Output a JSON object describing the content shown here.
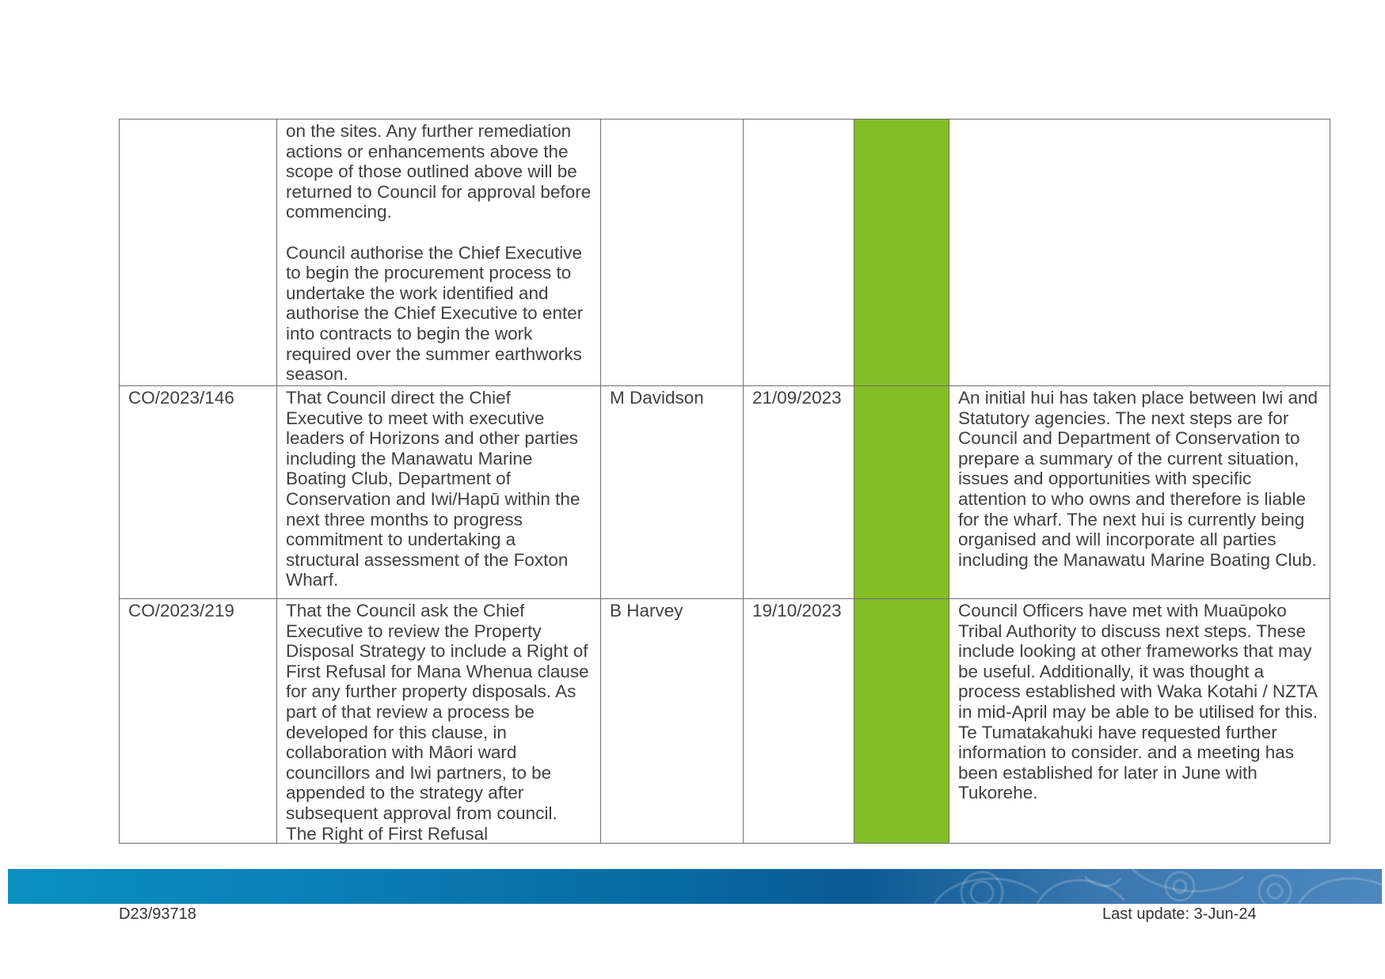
{
  "colors": {
    "status_green": "#84bd26",
    "border": "#6e6e6e",
    "band_start": "#0a90c0",
    "band_end": "#4a88be"
  },
  "rows": [
    {
      "ref": "",
      "resolution": [
        "on the sites. Any further remediation actions or enhancements above the scope of those outlined above will be returned to Council for approval before commencing.",
        "Council authorise the Chief Executive to begin the procurement process to undertake the work identified and authorise the Chief Executive to enter into contracts to begin the work required over the summer earthworks season."
      ],
      "officer": "",
      "date": "",
      "status_color": "#84bd26",
      "comments": []
    },
    {
      "ref": "CO/2023/146",
      "resolution": [
        "That Council direct the Chief Executive to meet with executive leaders of Horizons and other parties including the Manawatu Marine Boating Club, Department of Conservation and Iwi/Hapū within the next three months to progress commitment to undertaking a structural assessment of the Foxton Wharf."
      ],
      "officer": "M Davidson",
      "date": "21/09/2023",
      "status_color": "#84bd26",
      "comments": [
        "An initial hui has taken place between Iwi and Statutory agencies. The next steps are for Council and Department of Conservation to prepare a summary of the current situation, issues and opportunities with specific attention to who owns and therefore is liable for the wharf. The next hui is currently being organised and will incorporate all parties including the Manawatu Marine Boating Club."
      ]
    },
    {
      "ref": "CO/2023/219",
      "resolution": [
        "That the Council ask the Chief Executive to review the Property Disposal Strategy to include a Right of First Refusal for Mana Whenua clause for any further property disposals.  As part of that review a process be developed for this clause, in collaboration with Māori ward councillors and Iwi partners, to be appended to the strategy after subsequent approval from council.  The Right of First Refusal"
      ],
      "officer": "B Harvey",
      "date": "19/10/2023",
      "status_color": "#84bd26",
      "comments": [
        "Council Officers have met with Muaūpoko Tribal Authority to discuss next steps. These include looking at other frameworks that may be useful. Additionally, it was thought a process established with Waka Kotahi / NZTA in mid-April may be able to be utilised for this.",
        "Te Tumatakahuki have requested further information to consider. and a meeting has been established for later in June with Tukorehe."
      ]
    }
  ],
  "footer": {
    "doc_ref": "D23/93718",
    "last_update": "Last update: 3-Jun-24"
  }
}
